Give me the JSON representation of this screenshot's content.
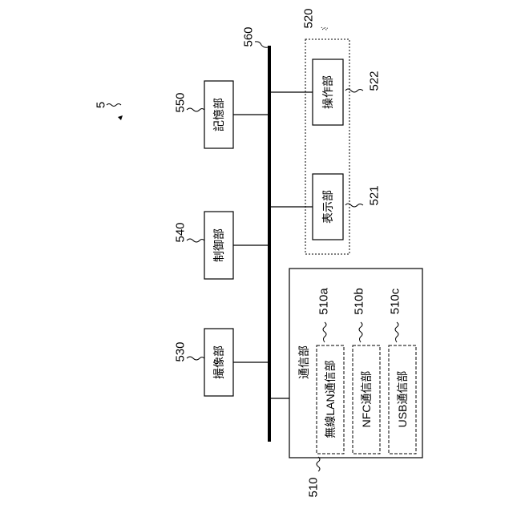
{
  "figure": {
    "device_ref": "5",
    "bus_ref": "560",
    "blocks": {
      "imaging": {
        "ref": "530",
        "label": "撮像部"
      },
      "control": {
        "ref": "540",
        "label": "制御部"
      },
      "storage": {
        "ref": "550",
        "label": "記憶部"
      },
      "ui_group": {
        "ref": "520"
      },
      "display": {
        "ref": "521",
        "label": "表示部"
      },
      "operation": {
        "ref": "522",
        "label": "操作部"
      },
      "comm": {
        "ref": "510",
        "label": "通信部",
        "wireless_lan": {
          "ref": "510a",
          "label": "無線LAN通信部"
        },
        "nfc": {
          "ref": "510b",
          "label": "NFC通信部"
        },
        "usb": {
          "ref": "510c",
          "label": "USB通信部"
        }
      }
    }
  }
}
